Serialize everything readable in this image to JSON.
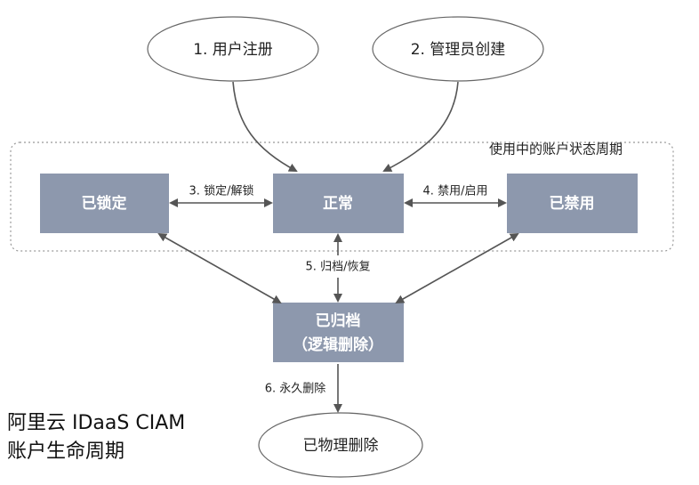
{
  "colors": {
    "box_fill": "#8d98ad",
    "arrow": "#555555",
    "ellipse_stroke": "#666666",
    "group_border": "#999999"
  },
  "nodes": {
    "user_register": "1. 用户注册",
    "admin_create": "2. 管理员创建",
    "locked": "已锁定",
    "normal": "正常",
    "disabled": "已禁用",
    "archived_line1": "已归档",
    "archived_line2": "（逻辑删除）",
    "physical_delete": "已物理删除"
  },
  "edges": {
    "lock_unlock": "3. 锁定/解锁",
    "disable_enable": "4. 禁用/启用",
    "archive_restore": "5. 归档/恢复",
    "permanent_delete": "6. 永久删除"
  },
  "group": {
    "label": "使用中的账户状态周期"
  },
  "footer": {
    "line1": "阿里云 IDaaS CIAM",
    "line2": "账户生命周期"
  }
}
